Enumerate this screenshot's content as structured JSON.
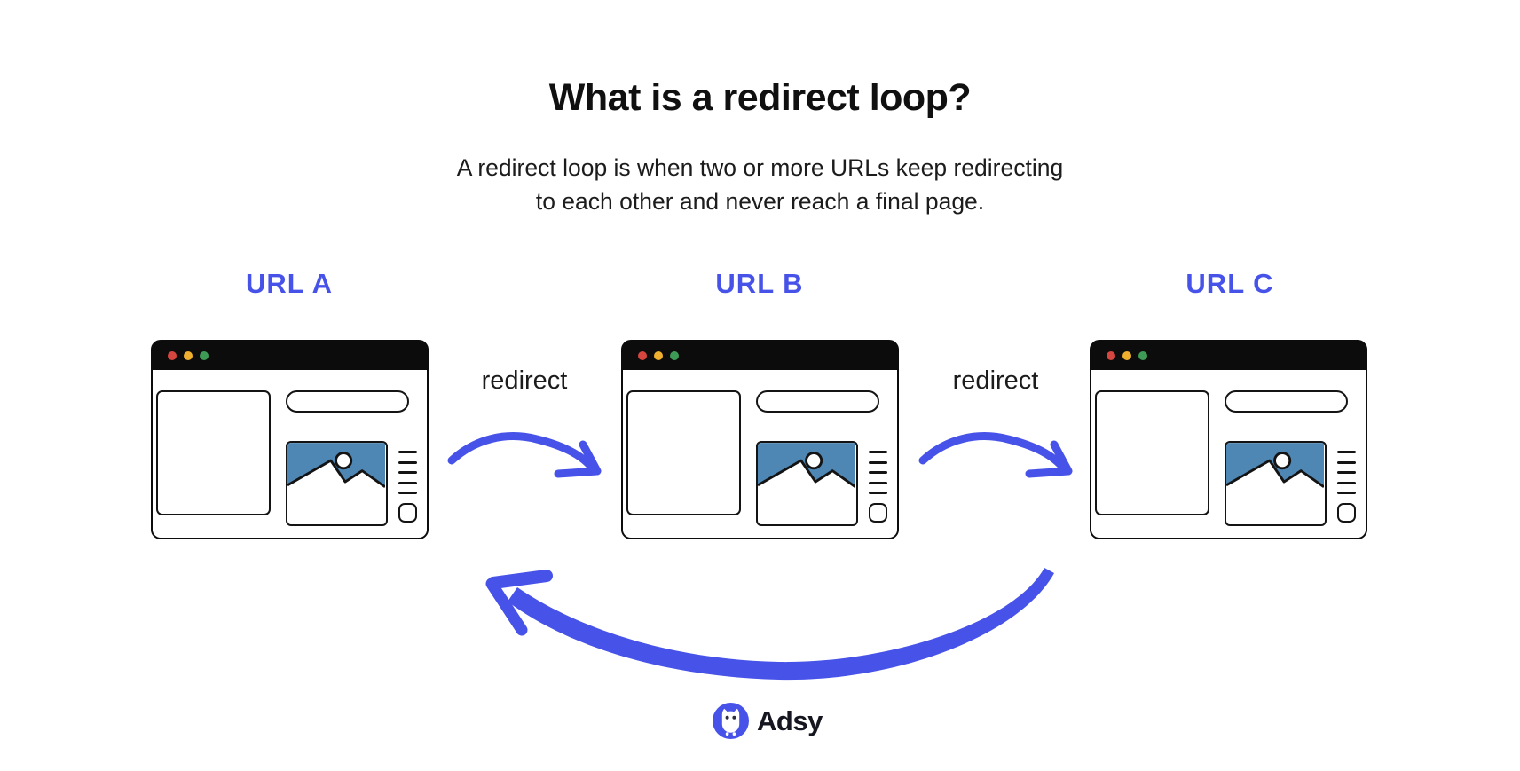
{
  "header": {
    "title": "What is a redirect loop?",
    "subtitle_line1": "A redirect loop is when two or more URLs keep redirecting",
    "subtitle_line2": "to each other and never reach a final page."
  },
  "browsers": [
    {
      "label": "URL A"
    },
    {
      "label": "URL B"
    },
    {
      "label": "URL C"
    }
  ],
  "redirect_labels": [
    {
      "label": "redirect"
    },
    {
      "label": "redirect"
    }
  ],
  "logo": {
    "name": "Adsy"
  },
  "icons": {
    "traffic_lights": [
      "red-dot-icon",
      "yellow-dot-icon",
      "green-dot-icon"
    ],
    "logo_mark": "owl-icon",
    "arrows": [
      "redirect-arrow-icon",
      "redirect-arrow-icon",
      "loop-back-arrow-icon"
    ],
    "image_placeholder": "mountain-photo-icon"
  },
  "colors": {
    "accent_blue": "#4753E8",
    "image_placeholder_blue": "#4E86B4",
    "dot_red": "#D5463F",
    "dot_yellow": "#EFB02F",
    "dot_green": "#3D9B56",
    "window_black": "#0C0C0C",
    "text_dark": "#1C1C1C"
  }
}
